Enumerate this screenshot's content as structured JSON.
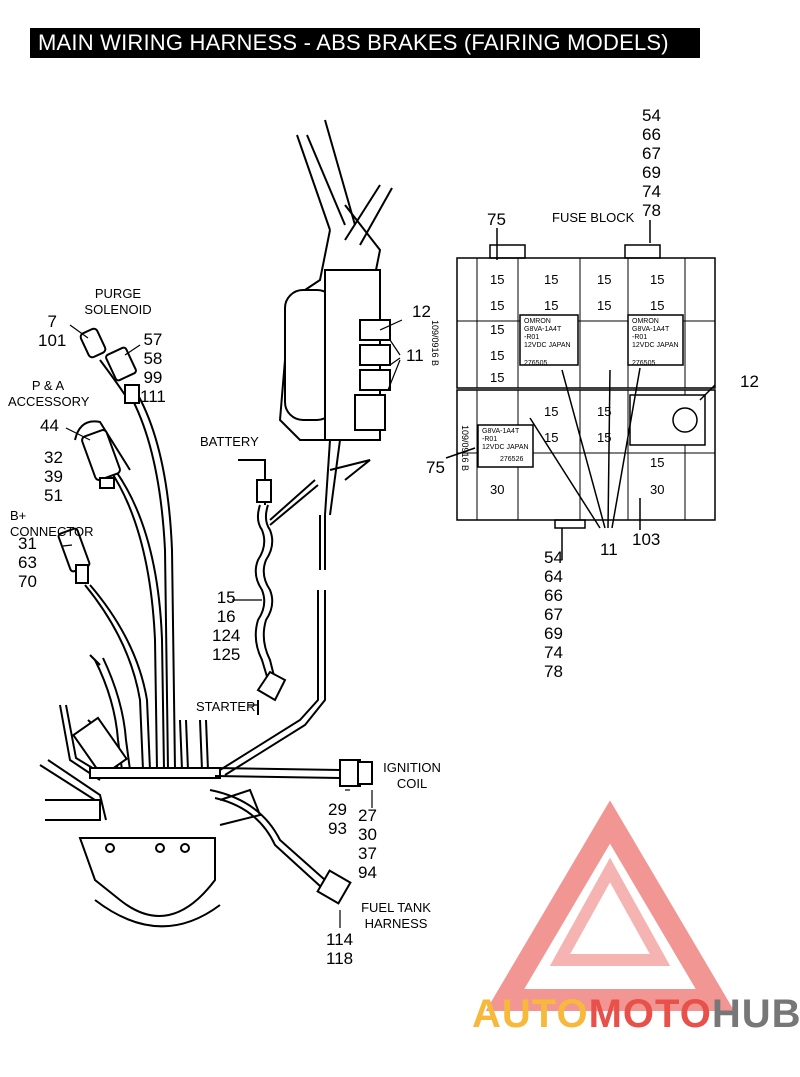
{
  "title": "MAIN WIRING HARNESS - ABS BRAKES (FAIRING MODELS)",
  "labels": {
    "purge_solenoid": "PURGE SOLENOID",
    "pa_accessory": "P & A ACCESSORY",
    "b_connector": "B+ CONNECTOR",
    "battery": "BATTERY",
    "starter": "STARTER",
    "ignition_coil": "IGNITION COIL",
    "fuel_tank_harness": "FUEL TANK HARNESS",
    "fuse_block": "FUSE BLOCK"
  },
  "callouts": {
    "c7": [
      "7",
      "101"
    ],
    "c57": [
      "57",
      "58",
      "99",
      "111"
    ],
    "c44": [
      "44"
    ],
    "c32": [
      "32",
      "39",
      "51"
    ],
    "c31": [
      "31",
      "63",
      "70"
    ],
    "c15": [
      "15",
      "16",
      "124",
      "125"
    ],
    "c12a": [
      "12"
    ],
    "c11a": [
      "11"
    ],
    "c29": [
      "29",
      "93"
    ],
    "c27": [
      "27",
      "30",
      "37",
      "94"
    ],
    "c114": [
      "114",
      "118"
    ],
    "c75a": [
      "75"
    ],
    "c75b": [
      "75"
    ],
    "c54top": [
      "54",
      "66",
      "67",
      "69",
      "74",
      "78"
    ],
    "c12b": [
      "12"
    ],
    "c11b": [
      "11"
    ],
    "c103": [
      "103"
    ],
    "c54bot": [
      "54",
      "64",
      "66",
      "67",
      "69",
      "74",
      "78"
    ]
  },
  "fuses_upper": [
    "15",
    "15",
    "15",
    "15",
    "15",
    "15",
    "15",
    "15",
    "15",
    "15",
    "15"
  ],
  "fuses_lower": [
    "15",
    "15",
    "15",
    "15",
    "15",
    "30",
    "30"
  ],
  "relay_text": {
    "brand": "OMRON",
    "model": "G8VA-1A4T",
    "suffix": "-R01",
    "rating": "12VDC",
    "origin": "JAPAN",
    "part": "276505",
    "part_lower": "276526"
  },
  "block_id": "109/0916 B",
  "watermark": {
    "brand_left": "AUTO",
    "brand_mid": "MOTO",
    "brand_right": "HUB",
    "color_orange": "#F6B93B",
    "color_red": "#E8504A",
    "color_gray": "#777777"
  }
}
